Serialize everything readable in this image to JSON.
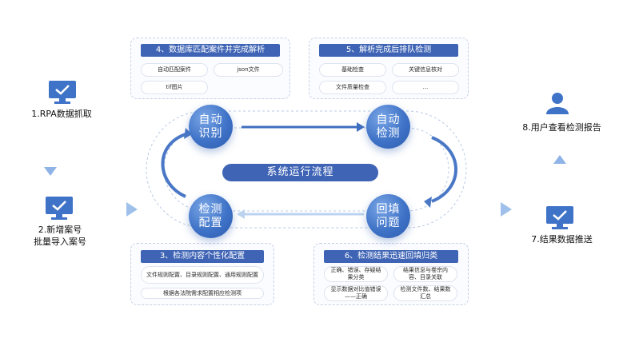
{
  "left_steps": {
    "step1": "1.RPA数据抓取",
    "step2_line1": "2.新增案号",
    "step2_line2": "批量导入案号"
  },
  "right_steps": {
    "step8": "8.用户查看检测报告",
    "step7": "7.结果数据推送"
  },
  "center_title": "系统运行流程",
  "nodes": {
    "auto_recognize": [
      "自动",
      "识别"
    ],
    "auto_detect": [
      "自动",
      "检测"
    ],
    "detect_config": [
      "检测",
      "配置"
    ],
    "backfill_issue": [
      "回填",
      "问题"
    ]
  },
  "panels": {
    "p4": {
      "title": "4、数据库匹配案件并完成解析",
      "chips": [
        "自动匹配案件",
        "json文件",
        "tif图片"
      ]
    },
    "p5": {
      "title": "5、解析完成后排队检测",
      "chips": [
        "基础检查",
        "关键信息核对",
        "文件质量检查",
        "..."
      ]
    },
    "p3": {
      "title": "3、检测内容个性化配置",
      "chips": [
        "文件规则配置、目录规则配置、通用规则配置",
        "根据各法院需求配置相应检测项"
      ]
    },
    "p6": {
      "title": "6、检测结果迅速回填归类",
      "chips": [
        "正确、错误、存疑结果分类",
        "结果信息与卷宗内容、目录关联",
        "显示数据对比值错误——正确",
        "检测文件数、结果数汇总"
      ]
    }
  },
  "colors": {
    "primary": "#3f64b5",
    "node": "#3f73c7",
    "arrow_light": "#bcd3f0"
  }
}
